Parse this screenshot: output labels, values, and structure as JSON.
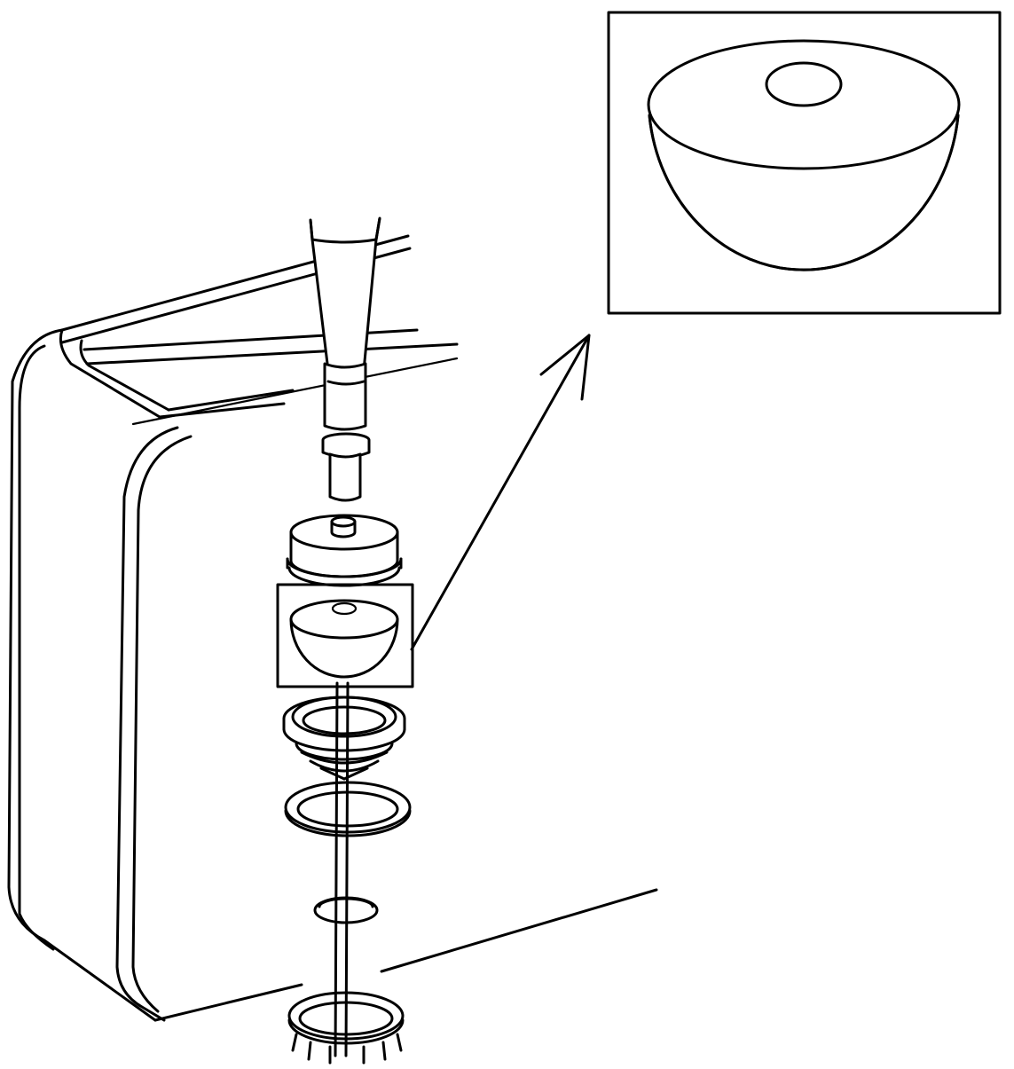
{
  "figure": {
    "components": [
      "tank-body",
      "filler-neck-tube",
      "neck-coupling",
      "cap-disc",
      "cap-gasket",
      "float-cup",
      "upper-seal-ring",
      "flat-washer",
      "small-ring",
      "bottom-ring",
      "rod"
    ],
    "callout": {
      "highlighted": "float-cup"
    },
    "colors": {
      "stroke": "#000000",
      "background": "#ffffff"
    }
  }
}
